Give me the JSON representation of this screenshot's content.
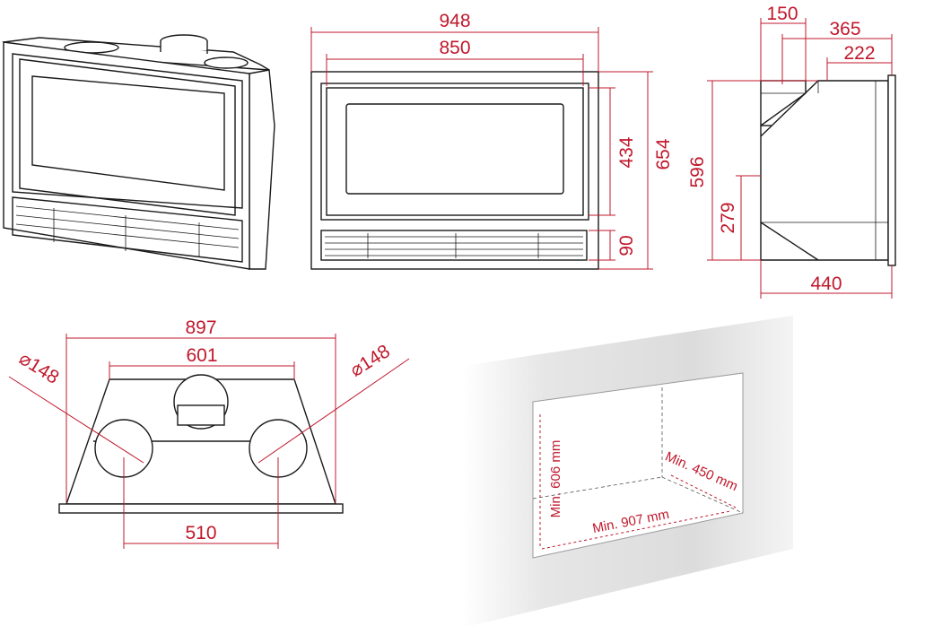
{
  "colors": {
    "dimension": "#c0182c",
    "outline": "#1a1a1a",
    "wall": "#d9d9d9"
  },
  "front_view": {
    "overall_width": "948",
    "glass_width": "850",
    "glass_height": "434",
    "overall_height": "654",
    "grille_height": "90"
  },
  "side_view": {
    "flue_offset": "150",
    "top_depth": "365",
    "body_depth": "222",
    "total_height": "596",
    "lower_height": "279",
    "base_depth": "440"
  },
  "top_view": {
    "overall_width": "897",
    "collar_width": "601",
    "left_duct": "⌀148",
    "right_duct": "⌀148",
    "duct_spacing": "510"
  },
  "niche": {
    "min_height": "Min. 606 mm",
    "min_width": "Min. 907 mm",
    "min_depth": "Min. 450 mm"
  }
}
